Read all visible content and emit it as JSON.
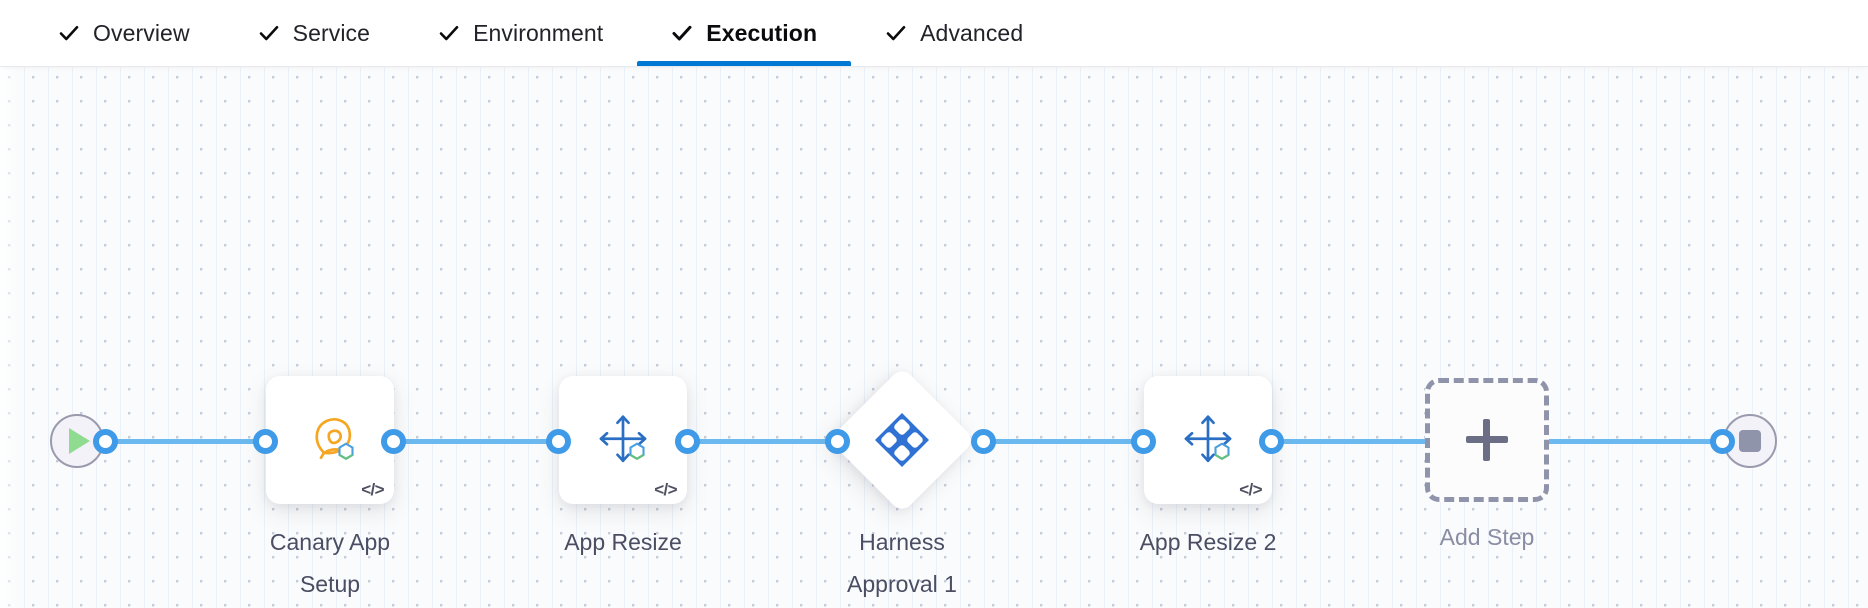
{
  "header": {
    "tabs": [
      {
        "label": "Overview",
        "icon": "check-icon",
        "checked": true,
        "active": false
      },
      {
        "label": "Service",
        "icon": "check-icon",
        "checked": true,
        "active": false
      },
      {
        "label": "Environment",
        "icon": "check-icon",
        "checked": true,
        "active": false
      },
      {
        "label": "Execution",
        "icon": "check-icon",
        "checked": true,
        "active": true
      },
      {
        "label": "Advanced",
        "icon": "check-icon",
        "checked": true,
        "active": false
      }
    ],
    "active_tab": "Execution",
    "active_underline_color": "#0278d5"
  },
  "canvas": {
    "background_color": "#fafbfc",
    "grid": "dotted",
    "connector_color": "#6cb9ef",
    "port_color": "#3f9ae8"
  },
  "pipeline": {
    "start_node": {
      "name": "start-node",
      "icon": "play-icon",
      "icon_color": "#8fdb8f"
    },
    "end_node": {
      "name": "end-node",
      "icon": "stop-icon",
      "icon_color": "#9094ab"
    },
    "steps": [
      {
        "label": "Canary App\nSetup",
        "icon": "canary-bird-icon",
        "icon_color": "#f5a623",
        "shape": "rounded-square",
        "badge": "hexagon-badge",
        "code_badge": "</>"
      },
      {
        "label": "App Resize",
        "icon": "resize-arrows-icon",
        "icon_color": "#2a6fc4",
        "shape": "rounded-square",
        "badge": "hexagon-badge",
        "code_badge": "</>"
      },
      {
        "label": "Harness\nApproval 1",
        "icon": "harness-approval-icon",
        "icon_color": "#2f72d4",
        "shape": "diamond",
        "badge": "",
        "code_badge": ""
      },
      {
        "label": "App Resize 2",
        "icon": "resize-arrows-icon",
        "icon_color": "#2a6fc4",
        "shape": "rounded-square",
        "badge": "hexagon-badge",
        "code_badge": "</>"
      }
    ],
    "add_step": {
      "label": "Add Step",
      "icon": "plus-icon",
      "border_style": "dashed",
      "border_color": "#9094ab"
    }
  }
}
